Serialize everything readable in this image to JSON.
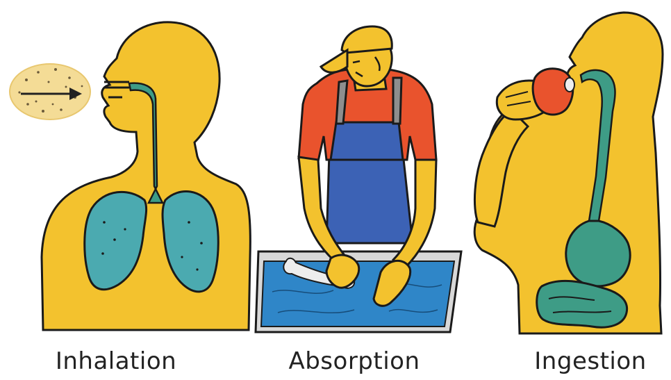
{
  "panels": [
    {
      "id": "inhalation",
      "label": "Inhalation"
    },
    {
      "id": "absorption",
      "label": "Absorption"
    },
    {
      "id": "ingestion",
      "label": "Ingestion"
    }
  ],
  "colors": {
    "skin": "#F3C22E",
    "organ": "#3E9C86",
    "lung": "#4BAAB0",
    "shirt": "#E9532D",
    "apron": "#3C62B5",
    "tray_liquid": "#2F86C8",
    "outline": "#1A1A1A",
    "dust": "#F4DC96"
  }
}
